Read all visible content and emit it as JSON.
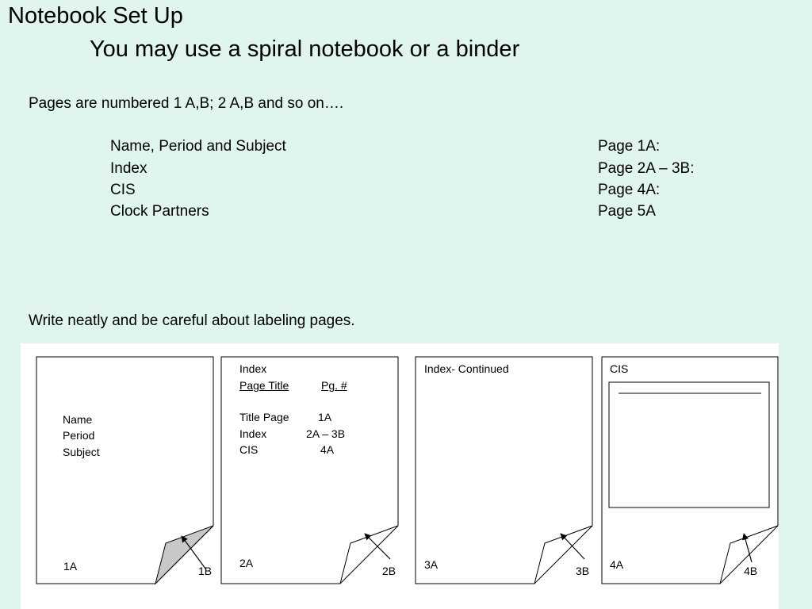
{
  "heading": {
    "title": "Notebook Set Up",
    "subtitle": "You may use a spiral notebook or a binder"
  },
  "intro": "Pages are numbered 1 A,B; 2 A,B and so on….",
  "setup_rows": [
    {
      "item": "Name, Period and Subject",
      "page": "Page 1A:"
    },
    {
      "item": "Index",
      "page": "Page 2A – 3B:"
    },
    {
      "item": "CIS",
      "page": "Page 4A:"
    },
    {
      "item": "Clock Partners",
      "page": "Page 5A"
    }
  ],
  "note": "Write neatly and be careful about labeling pages.",
  "diagram": {
    "page1": {
      "lines": [
        "Name",
        "Period",
        "Subject"
      ],
      "front_label": "1A",
      "back_label": "1B"
    },
    "page2": {
      "title": "Index",
      "header_title": "Page Title",
      "header_page": "Pg. #",
      "entries": [
        {
          "title": "Title Page",
          "page": "1A"
        },
        {
          "title": "Index",
          "page": "2A – 3B"
        },
        {
          "title": "CIS",
          "page": "4A"
        }
      ],
      "front_label": "2A",
      "back_label": "2B"
    },
    "page3": {
      "title": "Index- Continued",
      "front_label": "3A",
      "back_label": "3B"
    },
    "page4": {
      "title": "CIS",
      "front_label": "4A",
      "back_label": "4B"
    }
  },
  "colors": {
    "background": "#dff5ee",
    "curl_shaded": "#c8c8c8"
  }
}
